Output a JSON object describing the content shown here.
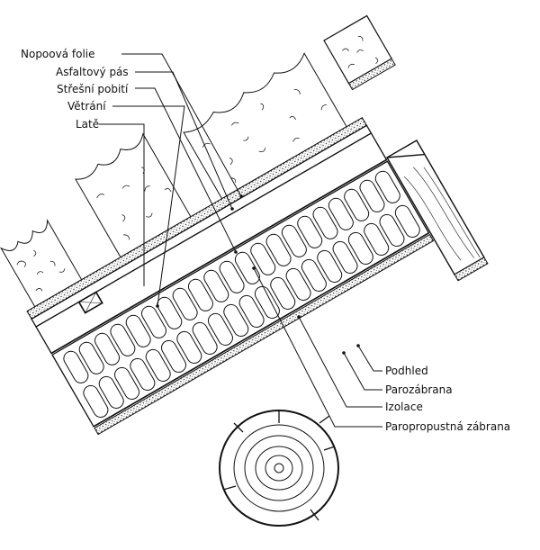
{
  "labels": {
    "top": [
      {
        "id": "nopoova",
        "text": "Nopoová folie"
      },
      {
        "id": "asfalt",
        "text": "Asfaltový pás"
      },
      {
        "id": "stresni",
        "text": "Střešní pobití"
      },
      {
        "id": "vetrani",
        "text": "Větrání"
      },
      {
        "id": "late",
        "text": "Latě"
      }
    ],
    "bottom": [
      {
        "id": "podhled",
        "text": "Podhled"
      },
      {
        "id": "parozabrana",
        "text": "Parozábrana"
      },
      {
        "id": "izolace",
        "text": "Izolace"
      },
      {
        "id": "paropropustna",
        "text": "Paropropustná zábrana"
      }
    ]
  }
}
